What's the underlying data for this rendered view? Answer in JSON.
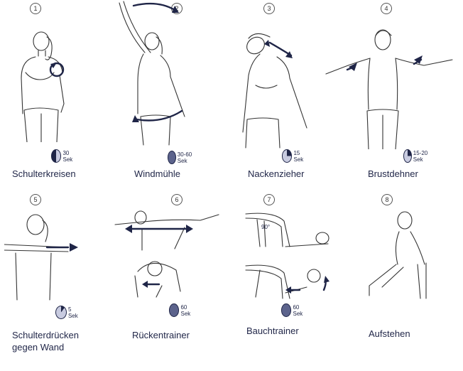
{
  "exercises": [
    {
      "number": "1",
      "name": "Schulterkreisen",
      "timer": "30 Sek",
      "fill": 0.5
    },
    {
      "number": "2",
      "name": "Windmühle",
      "timer": "30-60 Sek",
      "fill": 1.0
    },
    {
      "number": "3",
      "name": "Nackenzieher",
      "timer": "15 Sek",
      "fill": 0.25
    },
    {
      "number": "4",
      "name": "Brustdehner",
      "timer": "15-20 Sek",
      "fill": 0.25
    },
    {
      "number": "5",
      "name": "Schulterdrücken gegen Wand",
      "name_line1": "Schulterdrücken",
      "name_line2": "gegen Wand",
      "timer": "5 Sek",
      "fill": 0.1
    },
    {
      "number": "6",
      "name": "Rückentrainer",
      "timer": "60 Sek",
      "fill": 1.0
    },
    {
      "number": "7",
      "name": "Bauchtrainer",
      "timer": "60 Sek",
      "fill": 1.0,
      "angle_label": "90°"
    },
    {
      "number": "8",
      "name": "Aufstehen"
    }
  ],
  "colors": {
    "accent": "#1f2547",
    "line": "#333333"
  }
}
